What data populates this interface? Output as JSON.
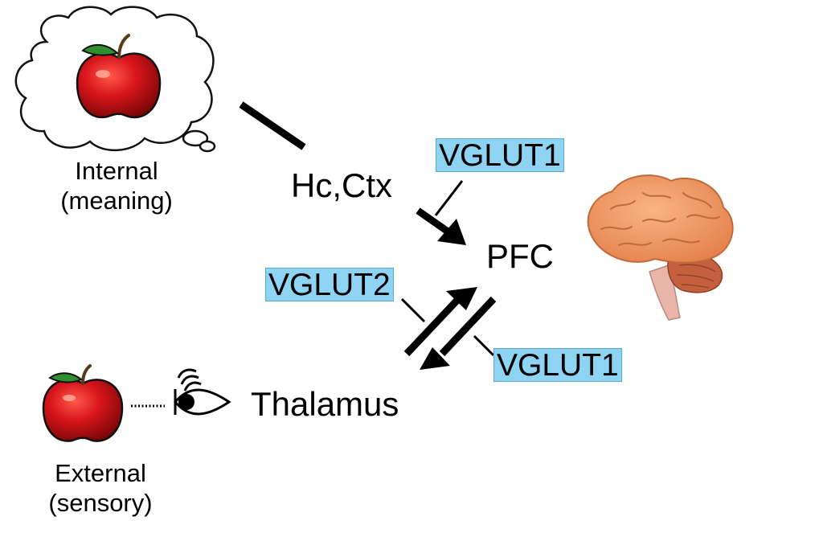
{
  "internal": {
    "line1": "Internal",
    "line2": "(meaning)"
  },
  "external": {
    "line1": "External",
    "line2": "(sensory)"
  },
  "regions": {
    "hc_ctx": "Hc,Ctx",
    "pfc": "PFC",
    "thalamus": "Thalamus"
  },
  "tags": {
    "vglut1_top": "VGLUT1",
    "vglut2": "VGLUT2",
    "vglut1_bottom": "VGLUT1"
  },
  "colors": {
    "tag_fill": "#8fd3f3",
    "apple_red": "#d21a1a",
    "brain": "#f2a06e",
    "line": "#000000"
  }
}
